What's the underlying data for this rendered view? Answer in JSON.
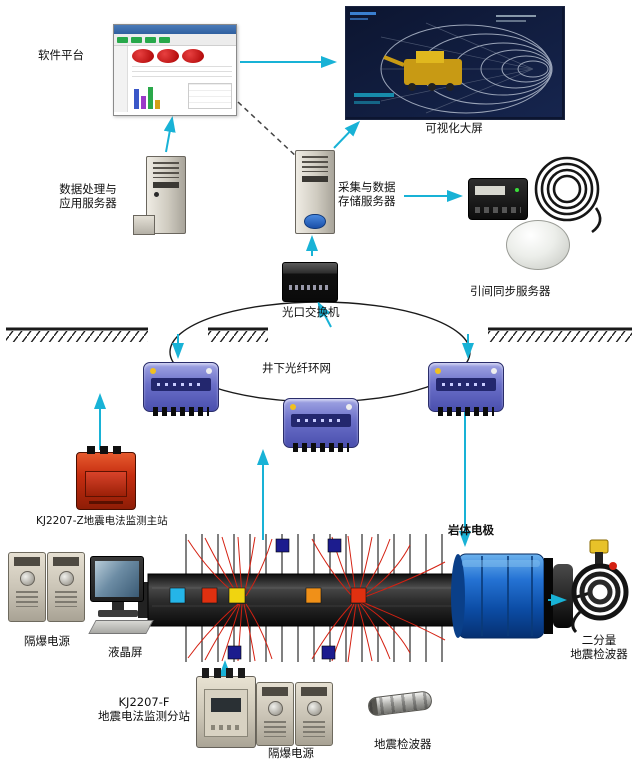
{
  "labels": {
    "software_platform": "软件平台",
    "big_screen": "可视化大屏",
    "data_app_server": [
      "数据处理与",
      "应用服务器"
    ],
    "acq_storage_server": [
      "采集与数据",
      "存储服务器"
    ],
    "time_sync_server": "引间同步服务器",
    "optical_switch": "光口交换机",
    "fiber_ring_network": "井下光纤环网",
    "main_station": "KJ2207-Z地震电法监测主站",
    "rock_electrode": "岩体电极",
    "flameproof_power_left": "隔爆电源",
    "lcd_screen": "液晶屏",
    "two_component_geophone": [
      "二分量",
      "地震检波器"
    ],
    "field_substation": [
      "KJ2207-F",
      "地震电法监测分站"
    ],
    "flameproof_power_bottom": "隔爆电源",
    "geophone": "地震检波器"
  },
  "colors": {
    "arrow": "#18b2d6",
    "field_lines": "#d42112",
    "substation_body": "#6a6fc4",
    "main_station_body": "#c62d10",
    "enclosure_beige": "#d6d0c2",
    "electrode_cylinder_blue": "#1565c0",
    "ground_line": "#1a1a1a"
  }
}
